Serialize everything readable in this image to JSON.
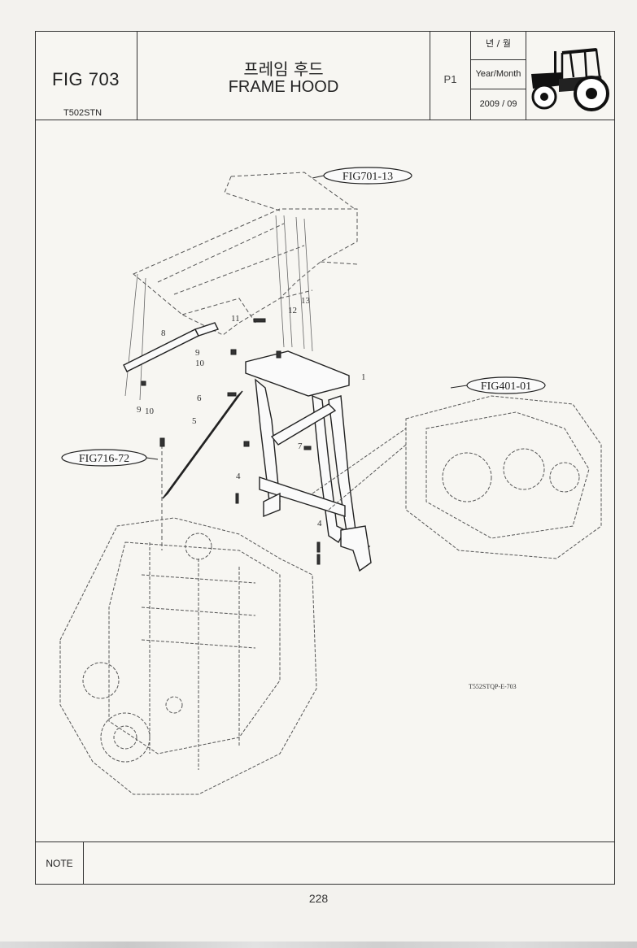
{
  "header": {
    "figure_no": "FIG 703",
    "model": "T502STN",
    "title_ko": "프레임 후드",
    "title_en": "FRAME HOOD",
    "page_label": "P1",
    "date_label_ko": "년 / 월",
    "date_label_en": "Year/Month",
    "date_value": "2009 / 09",
    "thumbnail_icon": "tractor-icon"
  },
  "callouts": {
    "fig701": "FIG701-13",
    "fig401": "FIG401-01",
    "fig716": "FIG716-72"
  },
  "part_numbers": {
    "p1": "1",
    "p4a": "4",
    "p4b": "4",
    "p5": "5",
    "p6": "6",
    "p7": "7",
    "p8": "8",
    "p9a": "9",
    "p9b": "9",
    "p10a": "10",
    "p10b": "10",
    "p11": "11",
    "p12": "12",
    "p13": "13"
  },
  "drawing_code": "T552STQP-E-703",
  "note_label": "NOTE",
  "page_number": "228"
}
